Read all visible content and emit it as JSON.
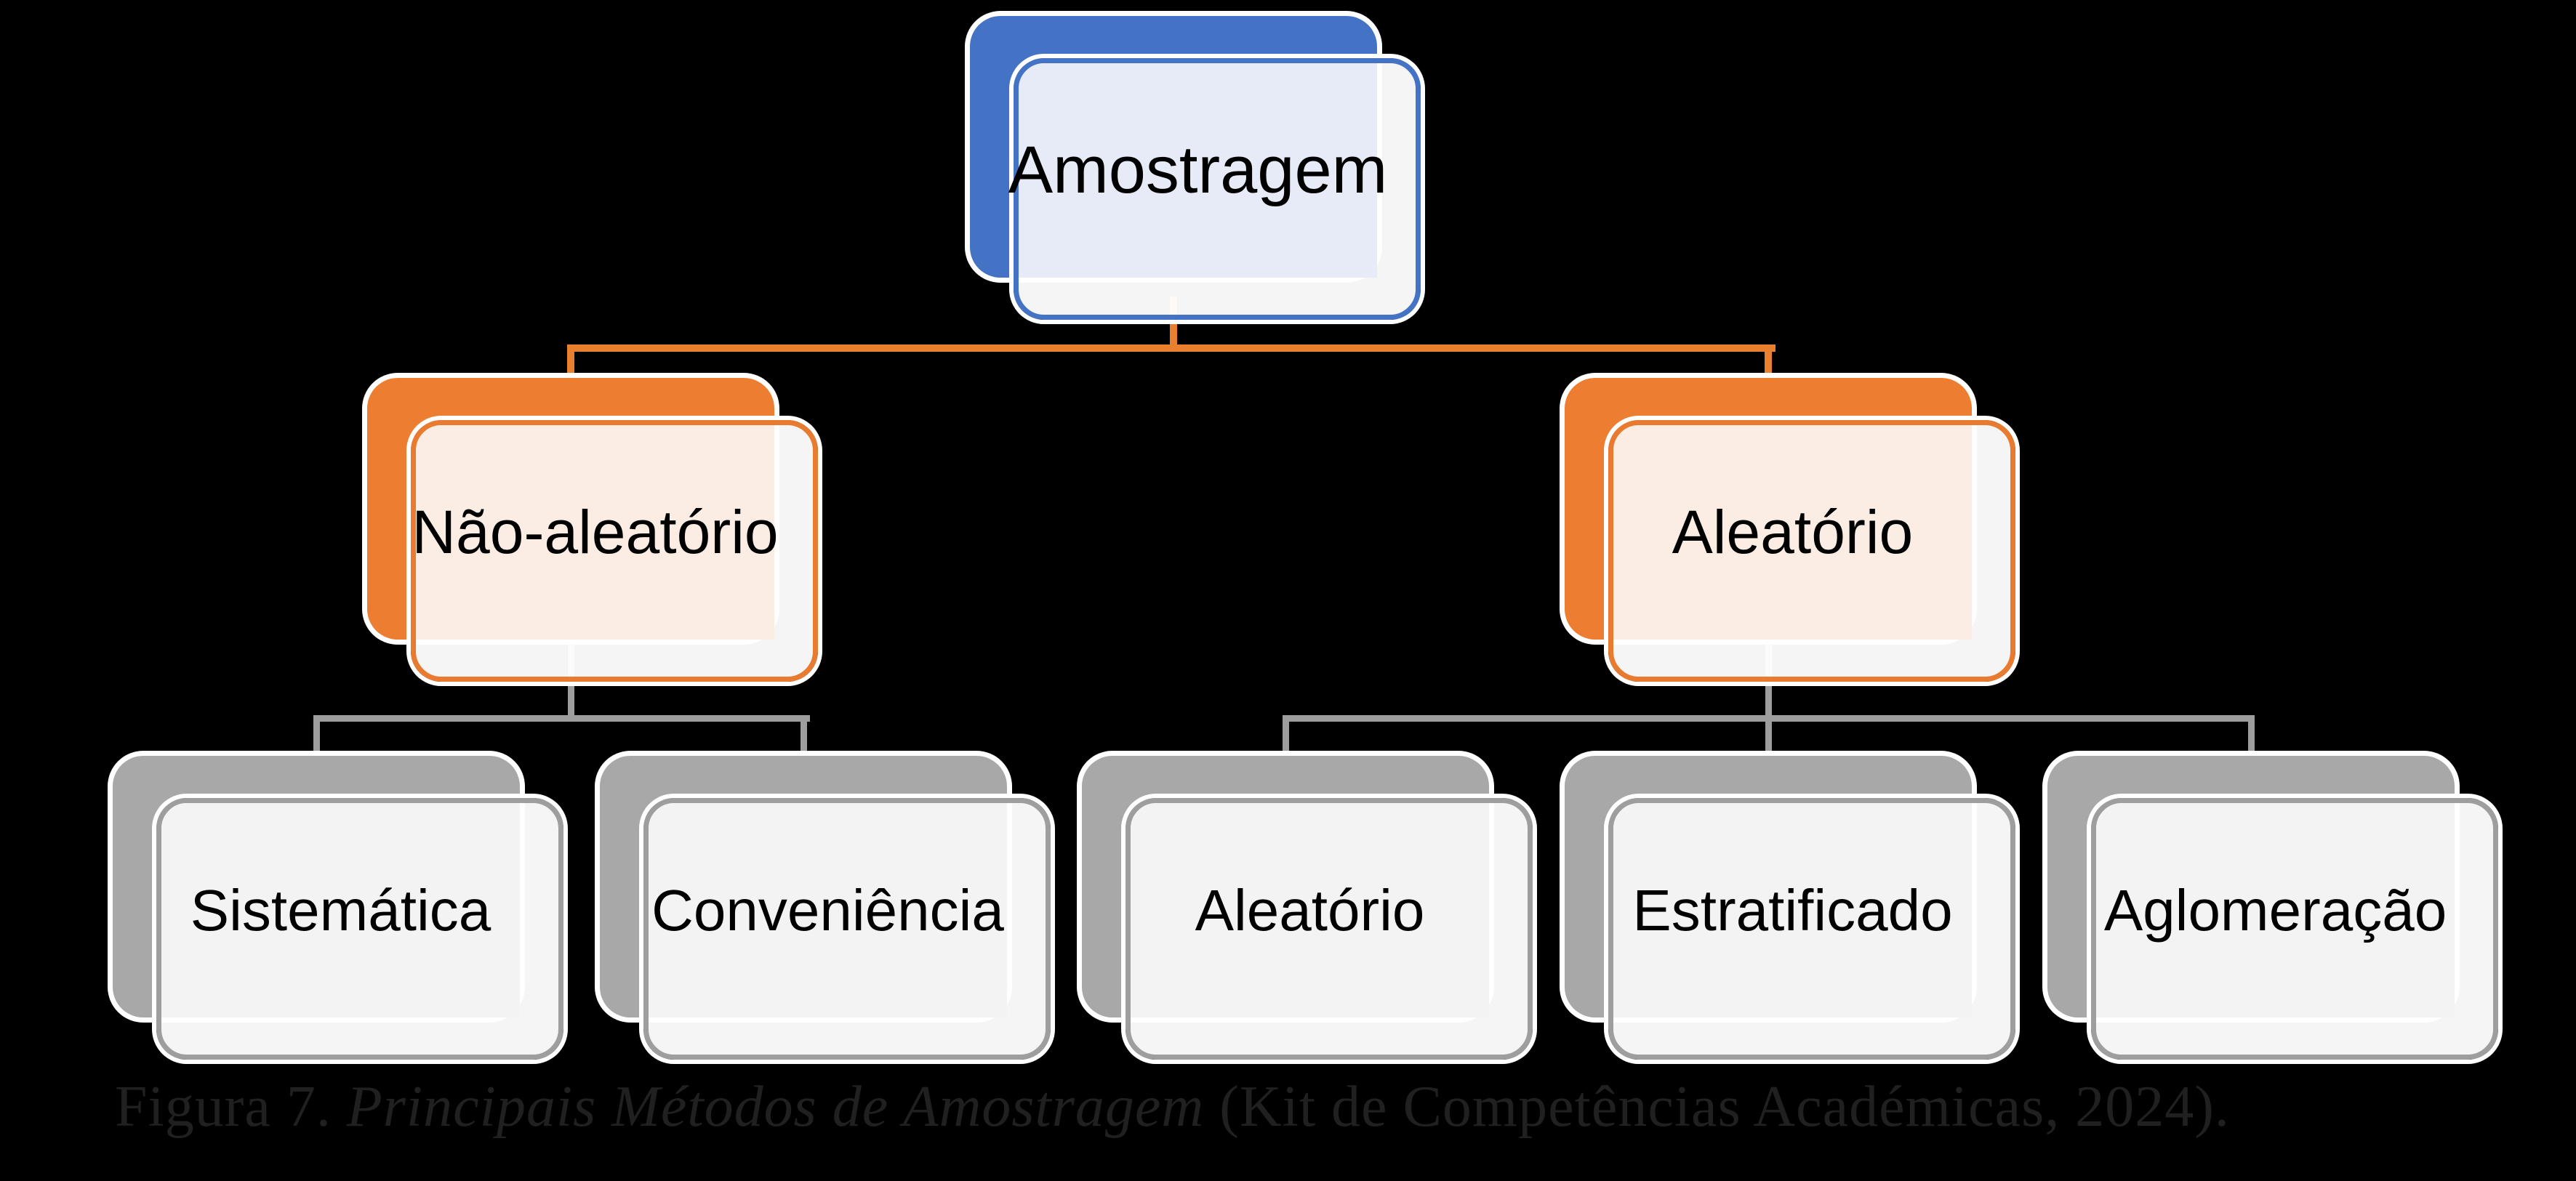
{
  "diagram": {
    "root": {
      "label": "Amostragem"
    },
    "level2": [
      {
        "label": "Não-aleatório"
      },
      {
        "label": "Aleatório"
      }
    ],
    "level3_left": [
      {
        "label": "Sistemática"
      },
      {
        "label": "Conveniência"
      }
    ],
    "level3_right": [
      {
        "label": "Aleatório"
      },
      {
        "label": "Estratificado"
      },
      {
        "label": "Aglomeração"
      }
    ],
    "colors": {
      "background": "#000000",
      "root_accent": "#4472C4",
      "root_tint": "#E7EBF7",
      "level2_accent": "#ED7D31",
      "level2_tint": "#FBEDE3",
      "level3_accent": "#A8A8A8",
      "level3_tint": "#F3F3F3",
      "connector_orange": "#E8802F",
      "connector_gray": "#9D9D9D",
      "node_text": "#000000",
      "caption_text": "#202020"
    }
  },
  "caption": {
    "label": "Figura 7.",
    "title": " Principais Métodos de Amostragem",
    "source": " (Kit de Competências Académicas, 2024)."
  }
}
